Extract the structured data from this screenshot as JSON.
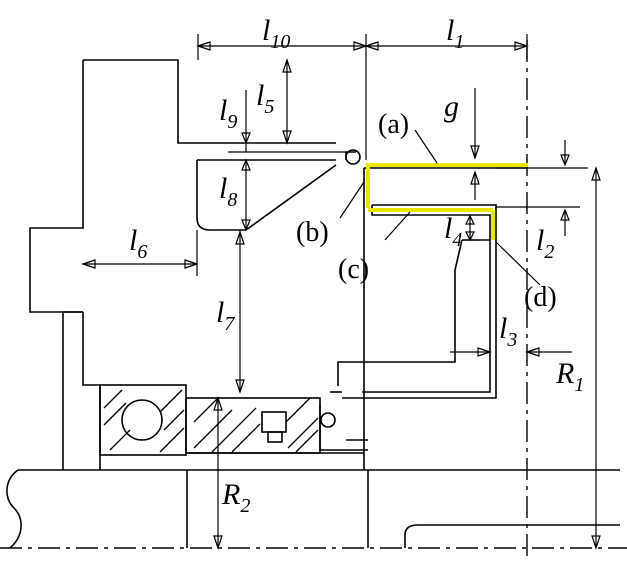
{
  "dimensions": {
    "l10": {
      "main": "l",
      "sub": "10"
    },
    "l1": {
      "main": "l",
      "sub": "1"
    },
    "l9": {
      "main": "l",
      "sub": "9"
    },
    "l5": {
      "main": "l",
      "sub": "5"
    },
    "l8": {
      "main": "l",
      "sub": "8"
    },
    "l6": {
      "main": "l",
      "sub": "6"
    },
    "l7": {
      "main": "l",
      "sub": "7"
    },
    "l4": {
      "main": "l",
      "sub": "4"
    },
    "l2": {
      "main": "l",
      "sub": "2"
    },
    "l3": {
      "main": "l",
      "sub": "3"
    },
    "g": {
      "main": "g"
    },
    "R1": {
      "main": "R",
      "sub": "1"
    },
    "R2": {
      "main": "R",
      "sub": "2"
    }
  },
  "gap_labels": {
    "a": "(a)",
    "b": "(b)",
    "c": "(c)",
    "d": "(d)"
  },
  "colors": {
    "line": "#000000",
    "seal_gap_highlight": "#e6e600",
    "background": "#ffffff"
  }
}
